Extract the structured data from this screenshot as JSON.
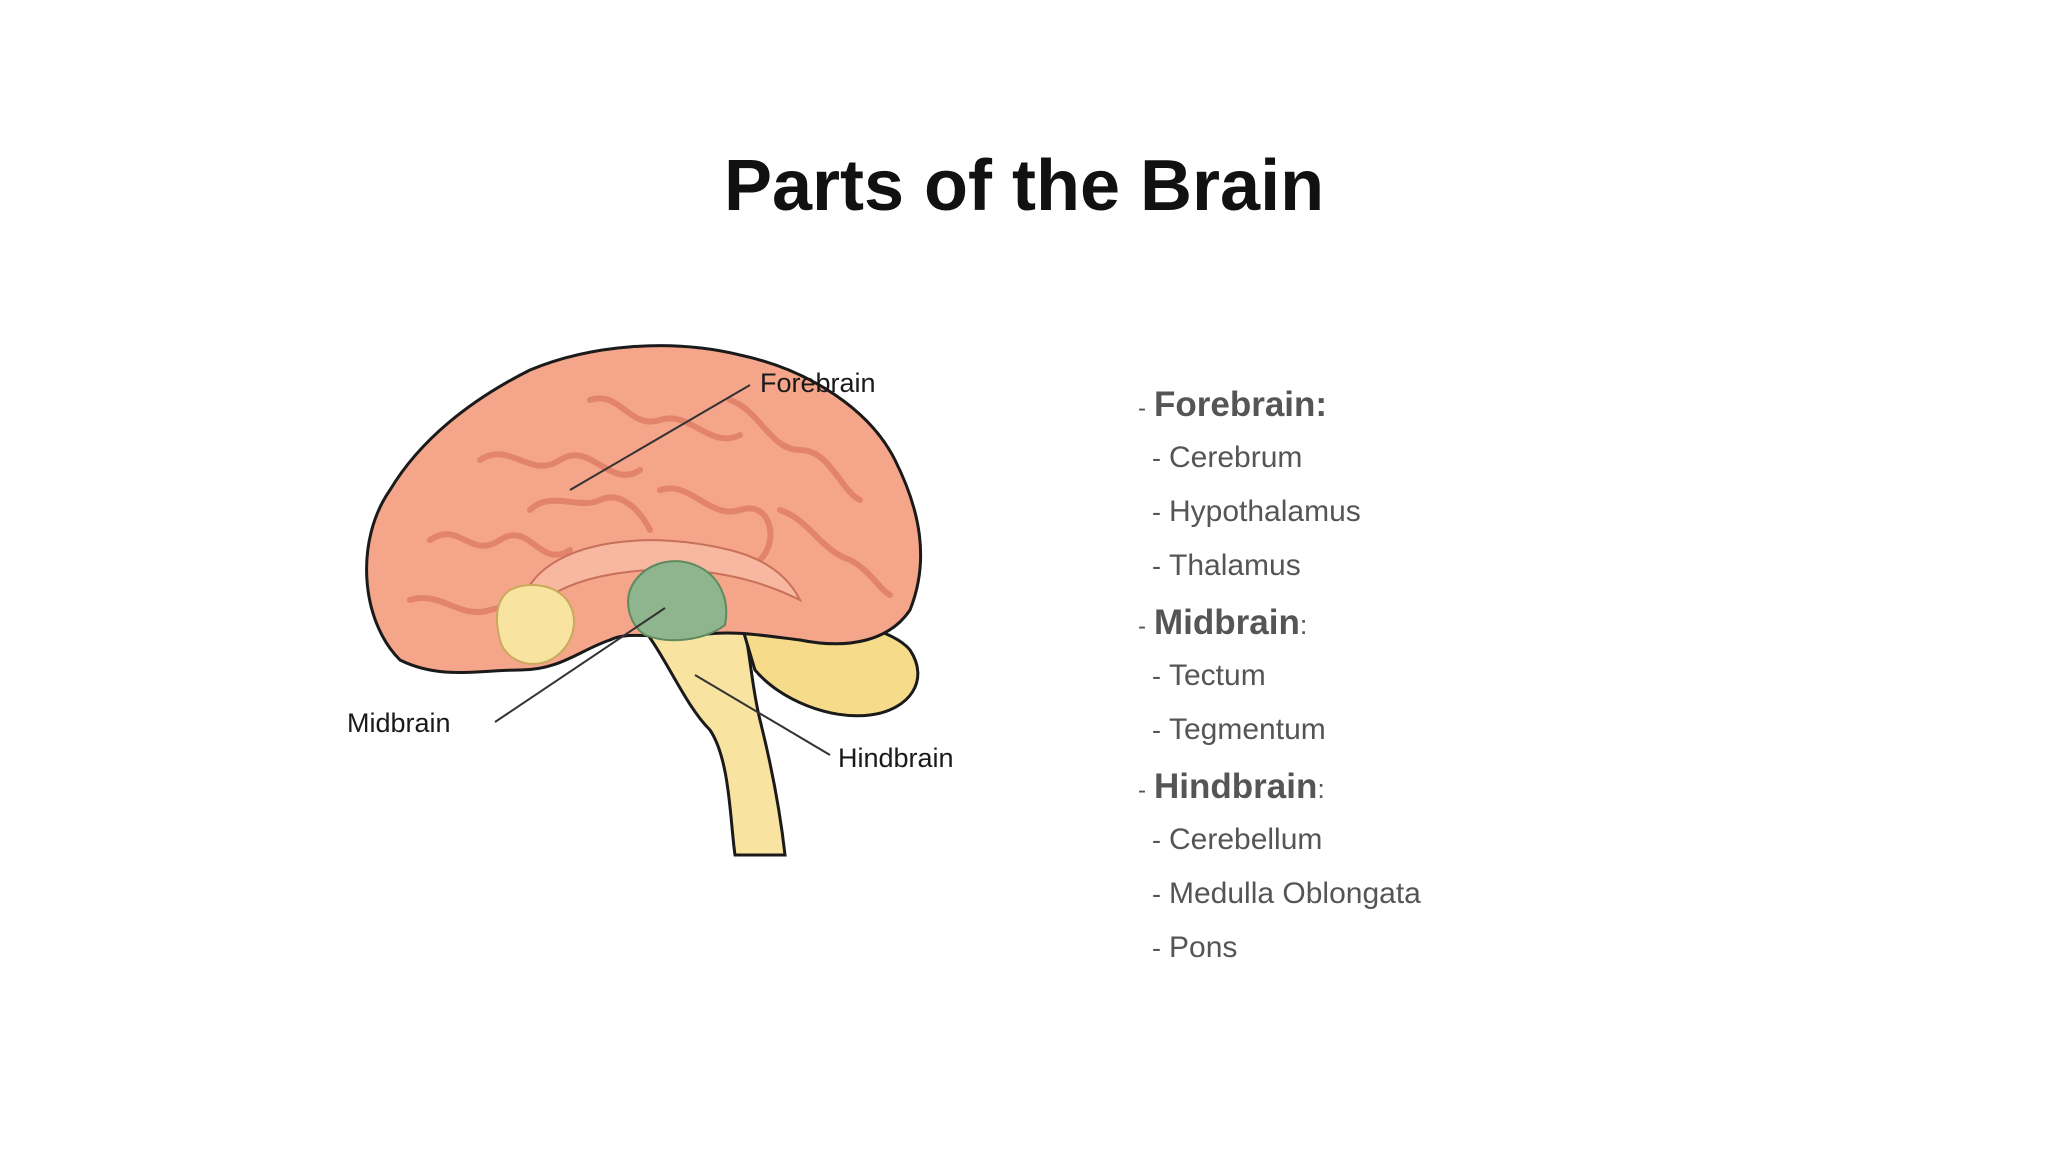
{
  "slide": {
    "title": "Parts of the Brain"
  },
  "diagram": {
    "labels": {
      "forebrain": "Forebrain",
      "midbrain": "Midbrain",
      "hindbrain": "Hindbrain"
    },
    "colors": {
      "cerebrum": "#f4a58a",
      "cerebrum_outline": "#1a1a1a",
      "gyri_lines": "#e07f66",
      "midbrain": "#8fb58f",
      "brainstem": "#f8e3a0",
      "cerebellum": "#f6dc8a"
    }
  },
  "outline": {
    "sections": [
      {
        "dash": "-",
        "heading": "Forebrain",
        "suffix": ":",
        "items": [
          "Cerebrum",
          "Hypothalamus",
          "Thalamus"
        ]
      },
      {
        "dash": "-",
        "heading": "Midbrain",
        "suffix": ":",
        "items": [
          "Tectum",
          "Tegmentum"
        ]
      },
      {
        "dash": "-",
        "heading": "Hindbrain",
        "suffix": ":",
        "items": [
          "Cerebellum",
          "Medulla Oblongata",
          "Pons"
        ]
      }
    ],
    "item_dash": "-"
  }
}
